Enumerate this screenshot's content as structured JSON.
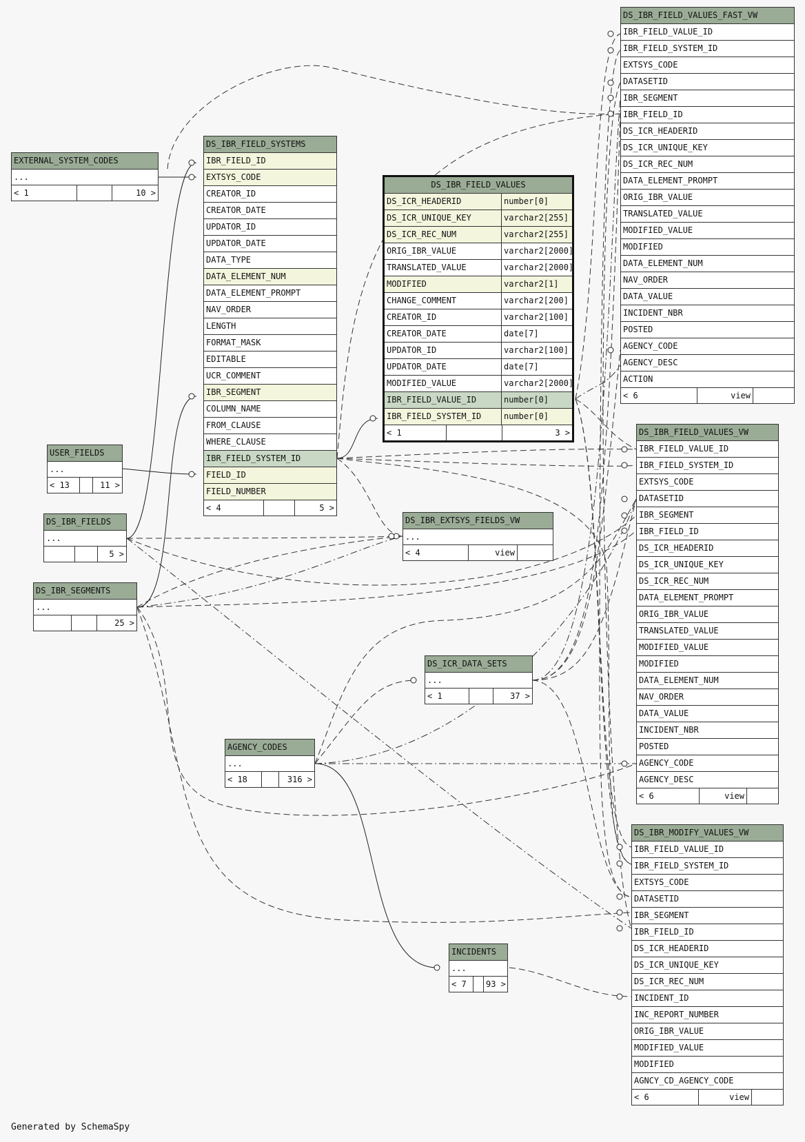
{
  "footer": {
    "generated_by": "Generated by SchemaSpy"
  },
  "tables": {
    "external_system_codes": {
      "name": "EXTERNAL_SYSTEM_CODES",
      "ellipsis": "...",
      "parents": "< 1",
      "mid": "",
      "children": "10 >"
    },
    "user_fields": {
      "name": "USER_FIELDS",
      "ellipsis": "...",
      "parents": "< 13",
      "mid": "",
      "children": "11 >"
    },
    "ds_ibr_fields": {
      "name": "DS_IBR_FIELDS",
      "ellipsis": "...",
      "parents": "",
      "mid": "",
      "children": "5 >"
    },
    "ds_ibr_segments": {
      "name": "DS_IBR_SEGMENTS",
      "ellipsis": "...",
      "parents": "",
      "mid": "",
      "children": "25 >"
    },
    "agency_codes": {
      "name": "AGENCY_CODES",
      "ellipsis": "...",
      "parents": "< 18",
      "mid": "",
      "children": "316 >"
    },
    "incidents": {
      "name": "INCIDENTS",
      "ellipsis": "...",
      "parents": "< 7",
      "mid": "",
      "children": "93 >"
    },
    "ds_icr_data_sets": {
      "name": "DS_ICR_DATA_SETS",
      "ellipsis": "...",
      "parents": "< 1",
      "mid": "",
      "children": "37 >"
    },
    "ds_ibr_extsys_fields_vw": {
      "name": "DS_IBR_EXTSYS_FIELDS_VW",
      "ellipsis": "...",
      "parents": "< 4",
      "mid": "view",
      "children": ""
    },
    "ds_ibr_field_systems": {
      "name": "DS_IBR_FIELD_SYSTEMS",
      "columns": [
        "IBR_FIELD_ID",
        "EXTSYS_CODE",
        "CREATOR_ID",
        "CREATOR_DATE",
        "UPDATOR_ID",
        "UPDATOR_DATE",
        "DATA_TYPE",
        "DATA_ELEMENT_NUM",
        "DATA_ELEMENT_PROMPT",
        "NAV_ORDER",
        "LENGTH",
        "FORMAT_MASK",
        "EDITABLE",
        "UCR_COMMENT",
        "IBR_SEGMENT",
        "COLUMN_NAME",
        "FROM_CLAUSE",
        "WHERE_CLAUSE",
        "IBR_FIELD_SYSTEM_ID",
        "FIELD_ID",
        "FIELD_NUMBER"
      ],
      "parents": "< 4",
      "mid": "",
      "children": "5 >"
    },
    "ds_ibr_field_values": {
      "name": "DS_IBR_FIELD_VALUES",
      "columns": [
        {
          "name": "DS_ICR_HEADERID",
          "type": "number[0]"
        },
        {
          "name": "DS_ICR_UNIQUE_KEY",
          "type": "varchar2[255]"
        },
        {
          "name": "DS_ICR_REC_NUM",
          "type": "varchar2[255]"
        },
        {
          "name": "ORIG_IBR_VALUE",
          "type": "varchar2[2000]"
        },
        {
          "name": "TRANSLATED_VALUE",
          "type": "varchar2[2000]"
        },
        {
          "name": "MODIFIED",
          "type": "varchar2[1]"
        },
        {
          "name": "CHANGE_COMMENT",
          "type": "varchar2[200]"
        },
        {
          "name": "CREATOR_ID",
          "type": "varchar2[100]"
        },
        {
          "name": "CREATOR_DATE",
          "type": "date[7]"
        },
        {
          "name": "UPDATOR_ID",
          "type": "varchar2[100]"
        },
        {
          "name": "UPDATOR_DATE",
          "type": "date[7]"
        },
        {
          "name": "MODIFIED_VALUE",
          "type": "varchar2[2000]"
        },
        {
          "name": "IBR_FIELD_VALUE_ID",
          "type": "number[0]"
        },
        {
          "name": "IBR_FIELD_SYSTEM_ID",
          "type": "number[0]"
        }
      ],
      "parents": "< 1",
      "mid": "",
      "children": "3 >"
    },
    "ds_ibr_field_values_fast_vw": {
      "name": "DS_IBR_FIELD_VALUES_FAST_VW",
      "columns": [
        "IBR_FIELD_VALUE_ID",
        "IBR_FIELD_SYSTEM_ID",
        "EXTSYS_CODE",
        "DATASETID",
        "IBR_SEGMENT",
        "IBR_FIELD_ID",
        "DS_ICR_HEADERID",
        "DS_ICR_UNIQUE_KEY",
        "DS_ICR_REC_NUM",
        "DATA_ELEMENT_PROMPT",
        "ORIG_IBR_VALUE",
        "TRANSLATED_VALUE",
        "MODIFIED_VALUE",
        "MODIFIED",
        "DATA_ELEMENT_NUM",
        "NAV_ORDER",
        "DATA_VALUE",
        "INCIDENT_NBR",
        "POSTED",
        "AGENCY_CODE",
        "AGENCY_DESC",
        "ACTION"
      ],
      "parents": "< 6",
      "mid": "view",
      "children": ""
    },
    "ds_ibr_field_values_vw": {
      "name": "DS_IBR_FIELD_VALUES_VW",
      "columns": [
        "IBR_FIELD_VALUE_ID",
        "IBR_FIELD_SYSTEM_ID",
        "EXTSYS_CODE",
        "DATASETID",
        "IBR_SEGMENT",
        "IBR_FIELD_ID",
        "DS_ICR_HEADERID",
        "DS_ICR_UNIQUE_KEY",
        "DS_ICR_REC_NUM",
        "DATA_ELEMENT_PROMPT",
        "ORIG_IBR_VALUE",
        "TRANSLATED_VALUE",
        "MODIFIED_VALUE",
        "MODIFIED",
        "DATA_ELEMENT_NUM",
        "NAV_ORDER",
        "DATA_VALUE",
        "INCIDENT_NBR",
        "POSTED",
        "AGENCY_CODE",
        "AGENCY_DESC"
      ],
      "parents": "< 6",
      "mid": "view",
      "children": ""
    },
    "ds_ibr_modify_values_vw": {
      "name": "DS_IBR_MODIFY_VALUES_VW",
      "columns": [
        "IBR_FIELD_VALUE_ID",
        "IBR_FIELD_SYSTEM_ID",
        "EXTSYS_CODE",
        "DATASETID",
        "IBR_SEGMENT",
        "IBR_FIELD_ID",
        "DS_ICR_HEADERID",
        "DS_ICR_UNIQUE_KEY",
        "DS_ICR_REC_NUM",
        "INCIDENT_ID",
        "INC_REPORT_NUMBER",
        "ORIG_IBR_VALUE",
        "MODIFIED_VALUE",
        "MODIFIED",
        "AGNCY_CD_AGENCY_CODE"
      ],
      "parents": "< 6",
      "mid": "view",
      "children": ""
    }
  }
}
